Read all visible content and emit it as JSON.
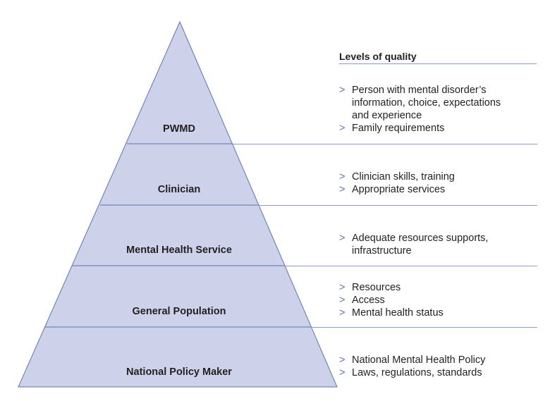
{
  "heading": "Levels of quality",
  "colors": {
    "pyramid_fill": "#cdd2ea",
    "pyramid_stroke": "#5d74ad",
    "rule": "#8a9cc7",
    "arrow": "#5d74ad"
  },
  "levels": [
    {
      "label": "PWMD",
      "items": [
        "Person with mental disorder’s information, choice, expectations and experience",
        "Family requirements"
      ]
    },
    {
      "label": "Clinician",
      "items": [
        "Clinician skills, training",
        "Appropriate services"
      ]
    },
    {
      "label": "Mental Health Service",
      "items": [
        "Adequate resources supports, infrastructure"
      ]
    },
    {
      "label": "General Population",
      "items": [
        "Resources",
        "Access",
        "Mental health status"
      ]
    },
    {
      "label": "National Policy Maker",
      "items": [
        "National Mental Health Policy",
        "Laws, regulations, standards"
      ]
    }
  ],
  "bullet_glyph": ">"
}
